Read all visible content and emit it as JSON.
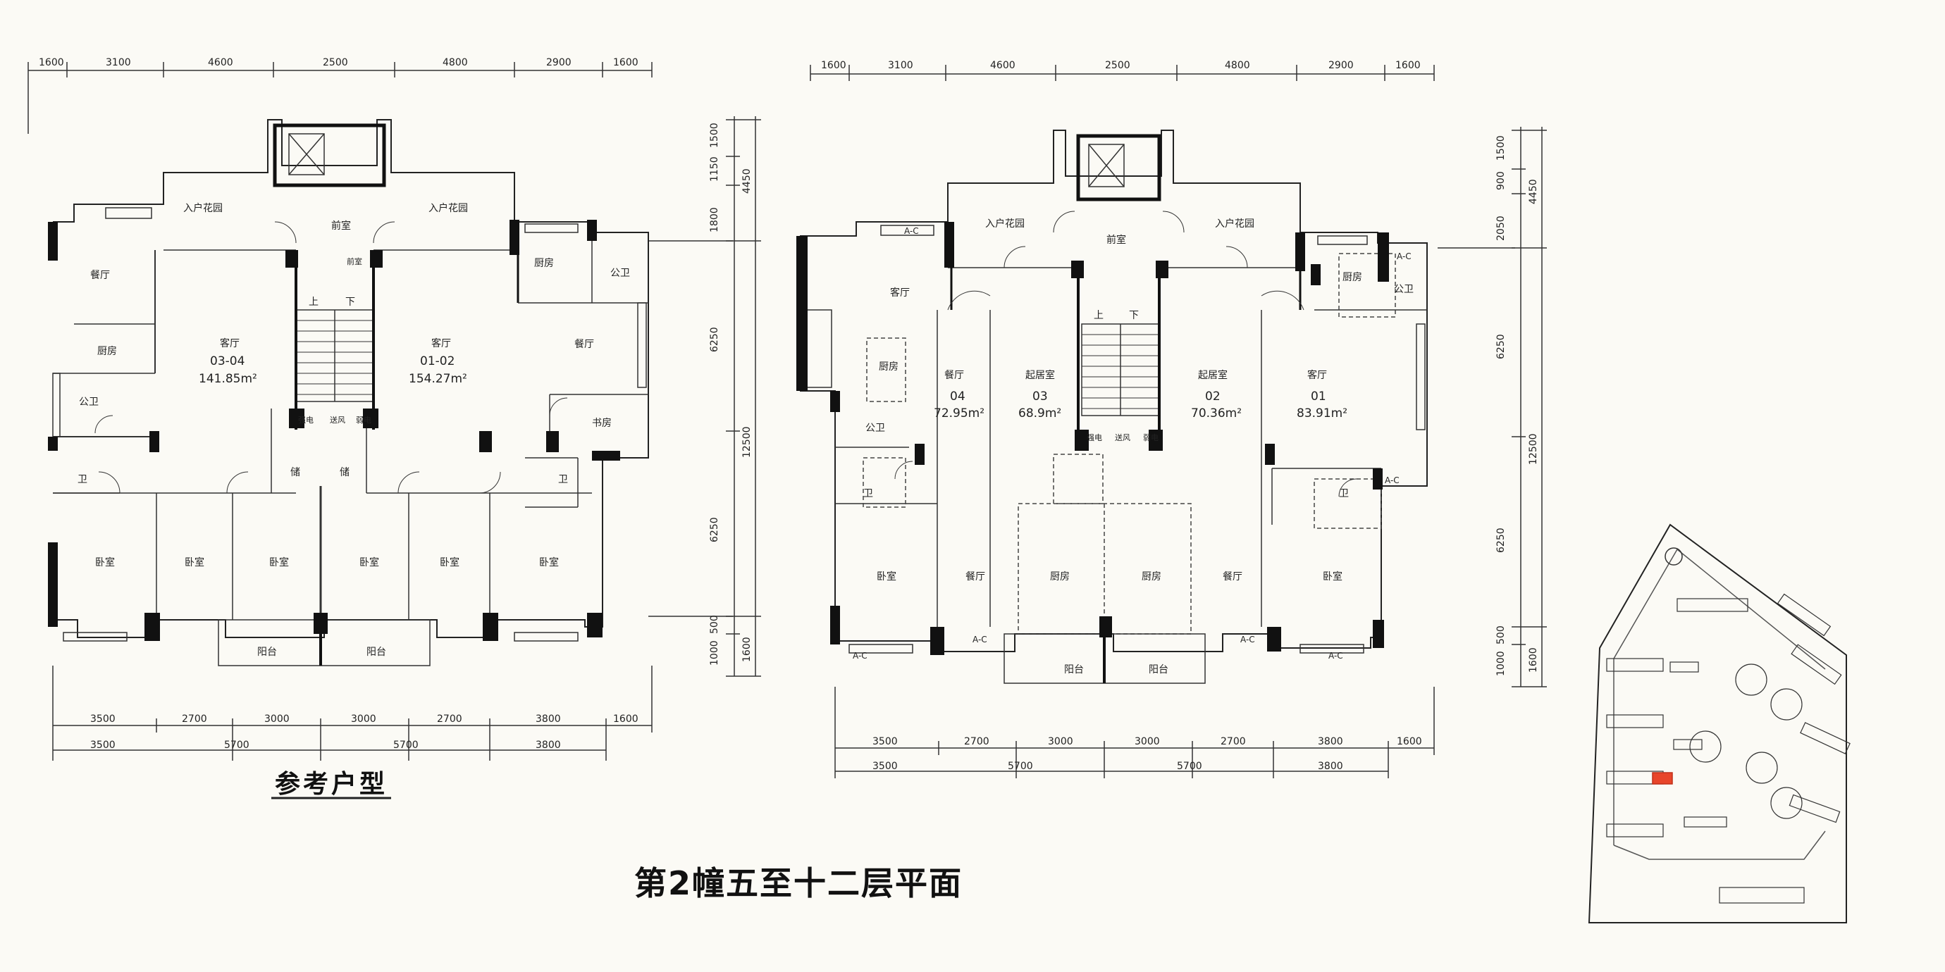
{
  "title": "第2幢五至十二层平面",
  "subtitle": "参考户型",
  "left_plan": {
    "top_dims": [
      "1600",
      "3100",
      "4600",
      "2500",
      "4800",
      "2900",
      "1600"
    ],
    "right_dims": [
      "1500",
      "1150",
      "1800",
      "4450",
      "6250",
      "12500",
      "6250",
      "1000",
      "500",
      "1600"
    ],
    "bottom_dims_1": [
      "3500",
      "2700",
      "3000",
      "3000",
      "2700",
      "3800",
      "1600"
    ],
    "bottom_dims_2": [
      "3500",
      "5700",
      "5700",
      "3800"
    ],
    "rooms": [
      "入户花园",
      "入户花园",
      "前室",
      "餐厅",
      "厨房",
      "公卫",
      "餐厅",
      "厨房",
      "公卫",
      "卫",
      "卫",
      "书房",
      "客厅",
      "客厅",
      "上",
      "下",
      "储",
      "储",
      "卧室",
      "卧室",
      "卧室",
      "卧室",
      "卧室",
      "卧室",
      "阳台",
      "阳台",
      "强电",
      "送风",
      "弱电",
      "前室"
    ],
    "units": [
      {
        "code": "03-04",
        "area": "141.85m²"
      },
      {
        "code": "01-02",
        "area": "154.27m²"
      }
    ]
  },
  "right_plan": {
    "top_dims": [
      "1600",
      "3100",
      "4600",
      "2500",
      "4800",
      "2900",
      "1600"
    ],
    "right_dims": [
      "1500",
      "900",
      "2050",
      "4450",
      "6250",
      "12500",
      "6250",
      "1000",
      "500",
      "1600"
    ],
    "bottom_dims_1": [
      "3500",
      "2700",
      "3000",
      "3000",
      "2700",
      "3800",
      "1600"
    ],
    "bottom_dims_2": [
      "3500",
      "5700",
      "5700",
      "3800"
    ],
    "rooms": [
      "入户花园",
      "入户花园",
      "前室",
      "客厅",
      "厨房",
      "公卫",
      "卫",
      "厨房",
      "公卫",
      "卫",
      "卧室",
      "餐厅",
      "厨房",
      "厨房",
      "餐厅",
      "卧室",
      "阳台",
      "阳台",
      "上",
      "下",
      "强电",
      "送风",
      "弱电",
      "起居室",
      "起居室",
      "餐厅",
      "客厅",
      "A-C",
      "A-C",
      "A-C",
      "A-C",
      "A-C",
      "A-C",
      "A-C"
    ],
    "units": [
      {
        "code": "04",
        "area": "72.95m²"
      },
      {
        "code": "03",
        "area": "68.9m²"
      },
      {
        "code": "02",
        "area": "70.36m²"
      },
      {
        "code": "01",
        "area": "83.91m²"
      }
    ]
  },
  "colors": {
    "wall": "#111111",
    "line": "#333333",
    "paper": "#fbfaf5",
    "highlight": "#e8452a"
  }
}
